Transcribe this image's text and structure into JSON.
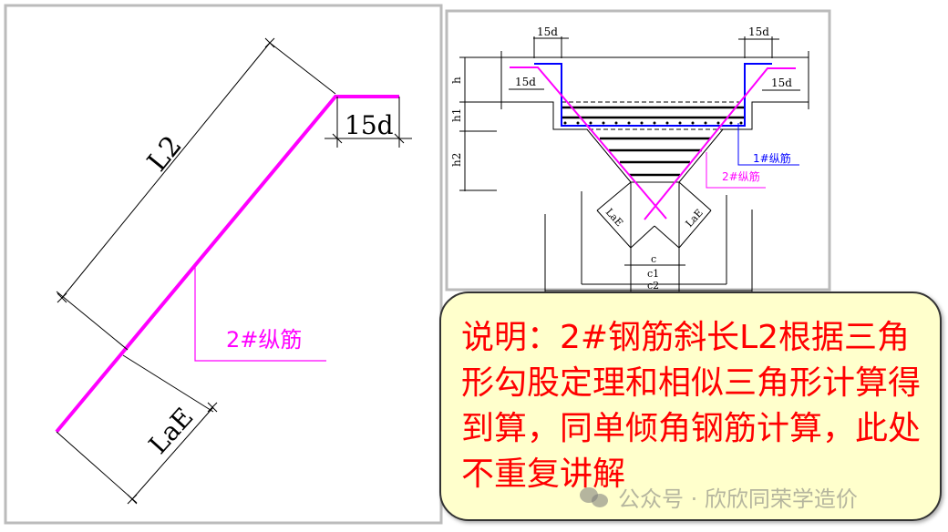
{
  "left_diagram": {
    "label_l2": "L2",
    "label_lae": "LaE",
    "label_15d": "15d",
    "label_rebar": "2#纵筋"
  },
  "right_diagram": {
    "dim_15d_top_left": "15d",
    "dim_15d_top_right": "15d",
    "dim_15d_left": "15d",
    "dim_15d_right": "15d",
    "label_h": "h",
    "label_h1": "h1",
    "label_h2": "h2",
    "label_rebar1": "1#纵筋",
    "label_rebar2": "2#纵筋",
    "label_lae_left": "LaE",
    "label_lae_right": "LaE",
    "label_c": "c",
    "label_c1": "c1",
    "label_c2": "c2"
  },
  "note": {
    "text": "说明：2#钢筋斜长L2根据三角形勾股定理和相似三角形计算得到算，同单倾角钢筋计算，此处不重复讲解"
  },
  "watermark": {
    "text": "公众号 · 欣欣同荣学造价"
  },
  "colors": {
    "rebar2": "#ff00ff",
    "rebar1": "#0000ff",
    "note_text": "#ff0000",
    "note_bg": "#ffffcc"
  }
}
